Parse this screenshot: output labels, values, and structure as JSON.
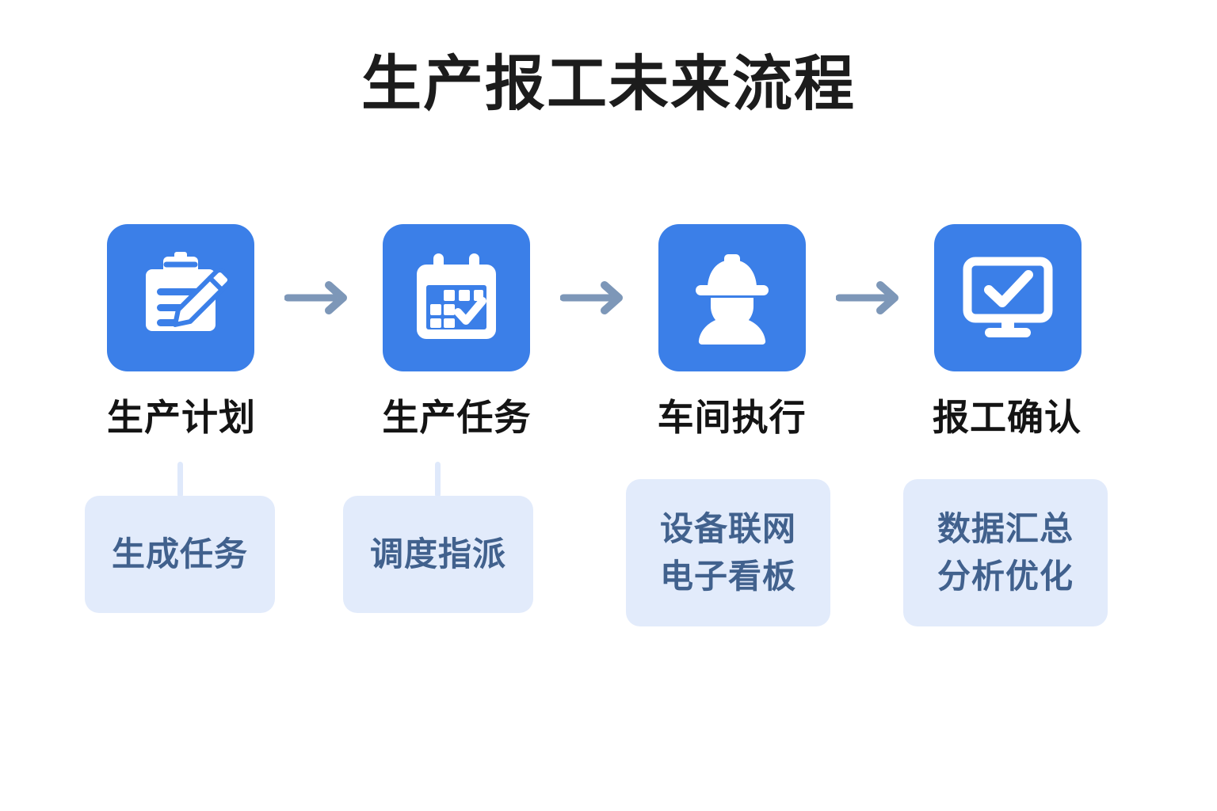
{
  "page": {
    "title": "生产报工未来流程",
    "background": "#ffffff"
  },
  "colors": {
    "icon_tile_blue": "#3b7fe8",
    "icon_glyph_white": "#ffffff",
    "arrow_slate": "#7d97b8",
    "detail_box_bg": "#e2ebfb",
    "detail_text": "#41618d",
    "stem_line": "#dfe9fb",
    "title_text": "#1c1c1c",
    "step_label_text": "#141414"
  },
  "flow": {
    "steps": [
      {
        "id": "step-1",
        "icon": "clipboard-pencil-icon",
        "label": "生产计划",
        "detail_lines": [
          "生成任务"
        ],
        "has_stem": true
      },
      {
        "id": "step-2",
        "icon": "calendar-check-icon",
        "label": "生产任务",
        "detail_lines": [
          "调度指派"
        ],
        "has_stem": true
      },
      {
        "id": "step-3",
        "icon": "worker-helmet-icon",
        "label": "车间执行",
        "detail_lines": [
          "设备联网",
          "电子看板"
        ],
        "has_stem": false
      },
      {
        "id": "step-4",
        "icon": "monitor-check-icon",
        "label": "报工确认",
        "detail_lines": [
          "数据汇总",
          "分析优化"
        ],
        "has_stem": false
      }
    ],
    "connectors": [
      {
        "id": "arrow-1",
        "icon": "arrow-right-icon"
      },
      {
        "id": "arrow-2",
        "icon": "arrow-right-icon"
      },
      {
        "id": "arrow-3",
        "icon": "arrow-right-icon"
      }
    ]
  }
}
